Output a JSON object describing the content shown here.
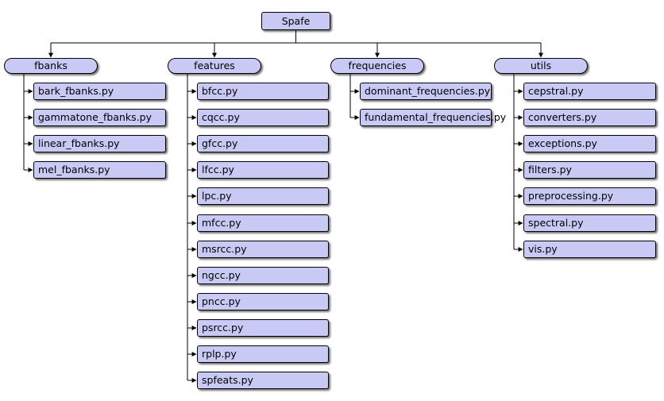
{
  "root": {
    "label": "Spafe"
  },
  "packages": [
    {
      "label": "fbanks",
      "files": [
        "bark_fbanks.py",
        "gammatone_fbanks.py",
        "linear_fbanks.py",
        "mel_fbanks.py"
      ]
    },
    {
      "label": "features",
      "files": [
        "bfcc.py",
        "cqcc.py",
        "gfcc.py",
        "lfcc.py",
        "lpc.py",
        "mfcc.py",
        "msrcc.py",
        "ngcc.py",
        "pncc.py",
        "psrcc.py",
        "rplp.py",
        "spfeats.py"
      ]
    },
    {
      "label": "frequencies",
      "files": [
        "dominant_frequencies.py",
        "fundamental_frequencies.py"
      ]
    },
    {
      "label": "utils",
      "files": [
        "cepstral.py",
        "converters.py",
        "exceptions.py",
        "filters.py",
        "preprocessing.py",
        "spectral.py",
        "vis.py"
      ]
    }
  ],
  "colors": {
    "node_fill": "#c9c9f5",
    "line": "#000000"
  }
}
